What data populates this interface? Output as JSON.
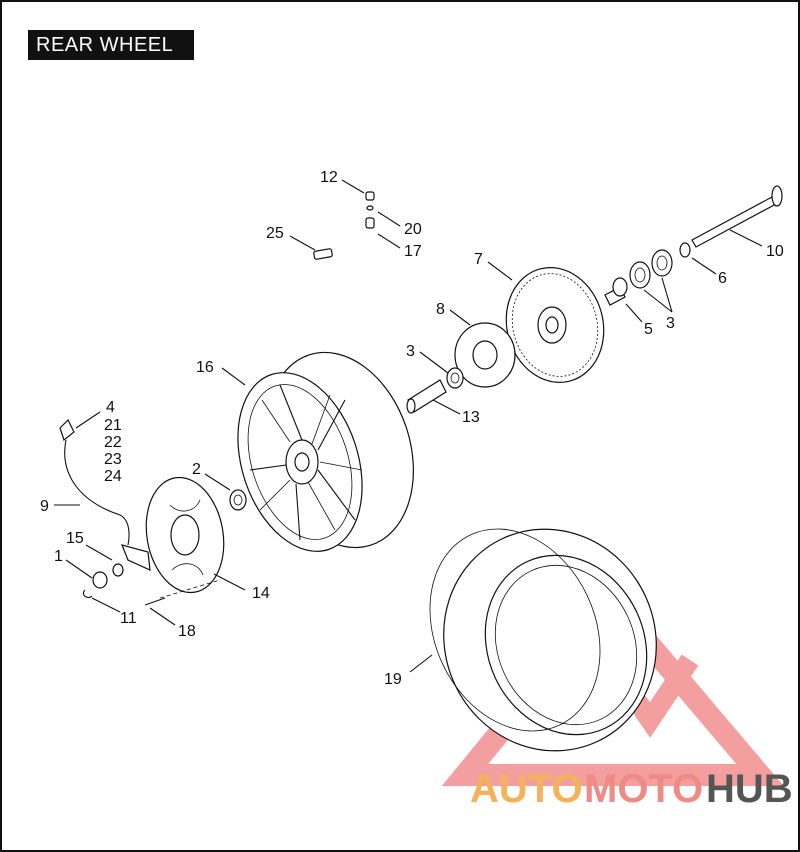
{
  "title": "REAR WHEEL",
  "callouts": {
    "c12": "12",
    "c20": "20",
    "c17": "17",
    "c25": "25",
    "c7": "7",
    "c10": "10",
    "c6": "6",
    "c8": "8",
    "c5": "5",
    "c3a": "3",
    "c3b": "3",
    "c16": "16",
    "c13": "13",
    "c4": "4",
    "c21": "21",
    "c22": "22",
    "c23": "23",
    "c24": "24",
    "c2": "2",
    "c9": "9",
    "c15": "15",
    "c1": "1",
    "c14": "14",
    "c11": "11",
    "c18": "18",
    "c19": "19"
  },
  "watermark": {
    "part1": "AUTO",
    "part2": "MOTO",
    "part3": "HUB",
    "color1": "#f5b25a",
    "color2": "#f08a84",
    "color3": "#555555",
    "logo_color": "#f08080"
  }
}
